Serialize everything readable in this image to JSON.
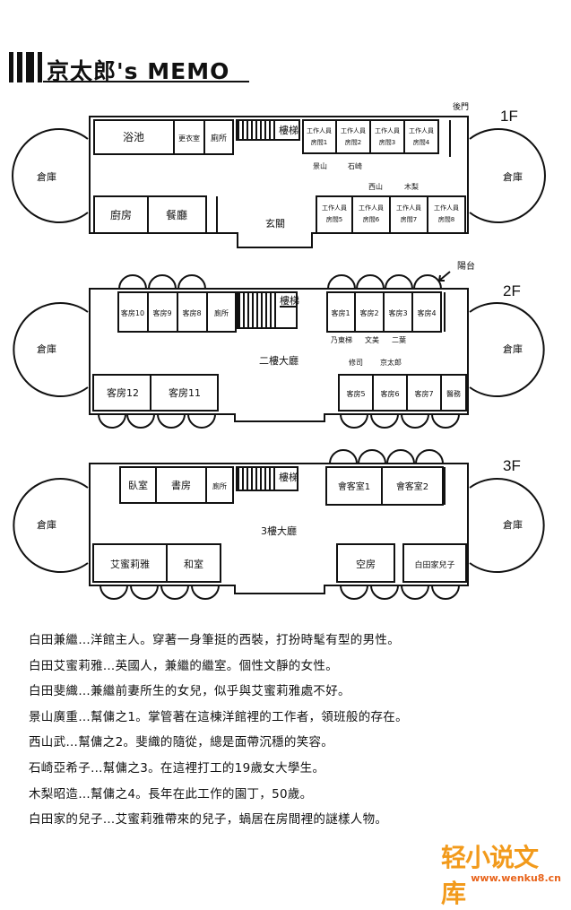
{
  "title": "京太郎's MEMO",
  "floors": {
    "f1": {
      "label": "1F",
      "warehouse_left": "倉庫",
      "warehouse_right": "倉庫",
      "bath": "浴池",
      "dressing": "更衣室",
      "toilet": "廁所",
      "stairs": "樓梯",
      "kitchen": "廚房",
      "dining": "餐廳",
      "entrance": "玄關",
      "back_door": "後門",
      "staff_room_top": "工作人員",
      "staff_rooms_upper": [
        "房間1",
        "房間2",
        "房間3",
        "房間4"
      ],
      "staff_rooms_lower": [
        "房間5",
        "房間6",
        "房間7",
        "房間8"
      ],
      "occupants_upper": [
        "景山",
        "石崎"
      ],
      "occupants_lower": [
        "西山",
        "木梨"
      ]
    },
    "f2": {
      "label": "2F",
      "balcony": "陽台",
      "warehouse_left": "倉庫",
      "warehouse_right": "倉庫",
      "rooms_upper_left": [
        "客房10",
        "客房9",
        "客房8"
      ],
      "toilet": "廁所",
      "stairs": "樓梯",
      "rooms_upper_right": [
        "客房1",
        "客房2",
        "客房3",
        "客房4"
      ],
      "occupants_upper": [
        "乃東梯",
        "文美",
        "二葉"
      ],
      "hall": "二樓大廳",
      "occupants_lower": [
        "修司",
        "京太郎"
      ],
      "rooms_lower_left": [
        "客房12",
        "客房11"
      ],
      "rooms_lower_right": [
        "客房5",
        "客房6",
        "客房7",
        "醫務"
      ]
    },
    "f3": {
      "label": "3F",
      "warehouse_left": "倉庫",
      "warehouse_right": "倉庫",
      "bedroom": "臥室",
      "study": "書房",
      "toilet": "廁所",
      "stairs": "樓梯",
      "reception": [
        "會客室1",
        "會客室2"
      ],
      "hall": "3樓大廳",
      "emily": "艾蜜莉雅",
      "japanese_room": "和室",
      "empty_room": "空房",
      "son_room": "白田家兒子"
    }
  },
  "notes": [
    "白田兼繼…洋館主人。穿著一身筆挺的西裝，打扮時髦有型的男性。",
    "白田艾蜜莉雅…英國人，兼繼的繼室。個性文靜的女性。",
    "白田斐織…兼繼前妻所生的女兒，似乎與艾蜜莉雅處不好。",
    "景山廣重…幫傭之1。掌管著在這棟洋館裡的工作者，領班般的存在。",
    "西山武…幫傭之2。斐織的隨從，總是面帶沉穩的笑容。",
    "石崎亞希子…幫傭之3。在這裡打工的19歲女大學生。",
    "木梨昭造…幫傭之4。長年在此工作的園丁，50歲。",
    "白田家的兒子…艾蜜莉雅帶來的兒子，蝸居在房間裡的謎樣人物。"
  ],
  "watermark": {
    "brand": "轻小说文库",
    "url": "www.wenku8.cn"
  }
}
